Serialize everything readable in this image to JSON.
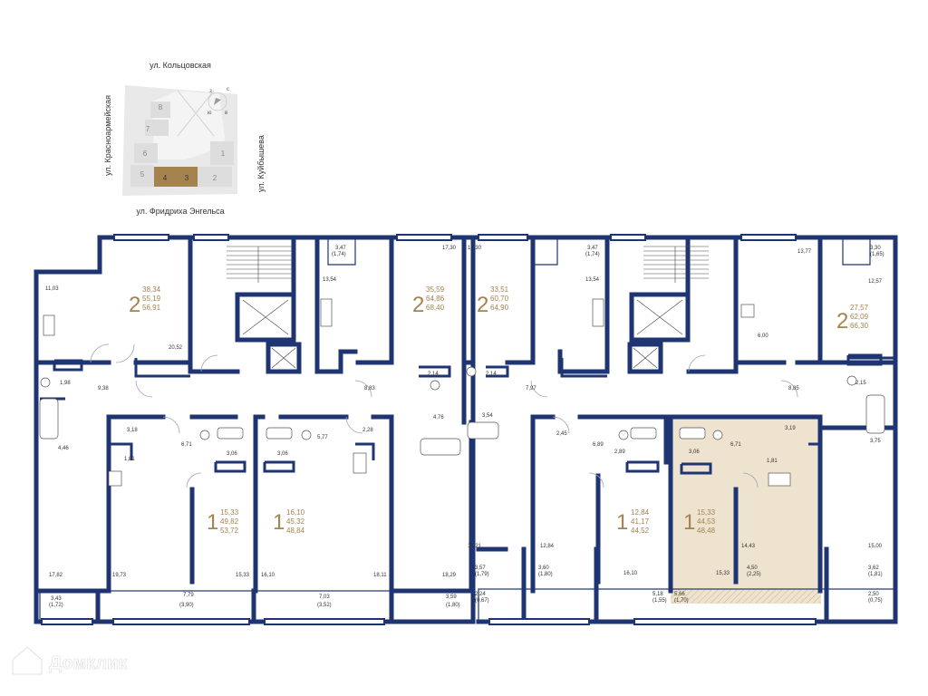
{
  "colors": {
    "wall": "#1f3473",
    "accent": "#a4834f",
    "highlight": "#eee3cf",
    "text": "#333333",
    "site": "#dddddd",
    "siteDark": "#cccccc"
  },
  "site_plan": {
    "street_top": "ул. Кольцовская",
    "street_left": "ул. Красноармейская",
    "street_right": "ул. Куйбышева",
    "street_bottom": "ул. Фридриха Энгельса",
    "sections": [
      "8",
      "7",
      "6",
      "5",
      "4",
      "3",
      "2",
      "1"
    ],
    "compass": [
      "ю",
      "з",
      "с",
      "в"
    ]
  },
  "apartments": [
    {
      "rooms": "2",
      "living": "38,34",
      "total": "55,19",
      "area": "56,91"
    },
    {
      "rooms": "2",
      "living": "35,59",
      "total": "64,86",
      "area": "68,40"
    },
    {
      "rooms": "2",
      "living": "33,51",
      "total": "60,70",
      "area": "64,90"
    },
    {
      "rooms": "2",
      "living": "27,57",
      "total": "62,09",
      "area": "66,30"
    },
    {
      "rooms": "1",
      "living": "15,33",
      "total": "49,82",
      "area": "53,72"
    },
    {
      "rooms": "1",
      "living": "16,10",
      "total": "45,32",
      "area": "48,84"
    },
    {
      "rooms": "1",
      "living": "12,84",
      "total": "41,17",
      "area": "44,52"
    },
    {
      "rooms": "1",
      "living": "15,33",
      "total": "44,53",
      "area": "48,48"
    }
  ],
  "room_labels": [
    "11,03",
    "20,52",
    "9,38",
    "1,98",
    "4,46",
    "17,82",
    "3,43",
    "(1,72)",
    "3,18",
    "6,71",
    "1,81",
    "19,73",
    "7,79",
    "(3,90)",
    "15,33",
    "3,06",
    "3,06",
    "16,10",
    "5,77",
    "2,28",
    "7,03",
    "(3,52)",
    "18,11",
    "3,47",
    "(1,74)",
    "13,54",
    "17,30",
    "8,83",
    "2,14",
    "4,76",
    "2,14",
    "3,54",
    "17,30",
    "18,29",
    "3,59",
    "(1,80)",
    "16,21",
    "3,57",
    "(1,79)",
    "2,24",
    "(0,67)",
    "7,97",
    "2,45",
    "6,89",
    "12,84",
    "3,60",
    "(1,80)",
    "2,89",
    "16,10",
    "5,18",
    "(1,55)",
    "3,47",
    "(1,74)",
    "13,54",
    "3,06",
    "6,71",
    "1,81",
    "14,43",
    "15,33",
    "4,50",
    "(2,25)",
    "5,66",
    "(1,70)",
    "3,19",
    "6,00",
    "13,77",
    "3,30",
    "(1,65)",
    "12,57",
    "8,85",
    "2,15",
    "3,75",
    "15,00",
    "3,62",
    "(1,81)",
    "2,50",
    "(0,75)"
  ],
  "watermark": "Домклик"
}
